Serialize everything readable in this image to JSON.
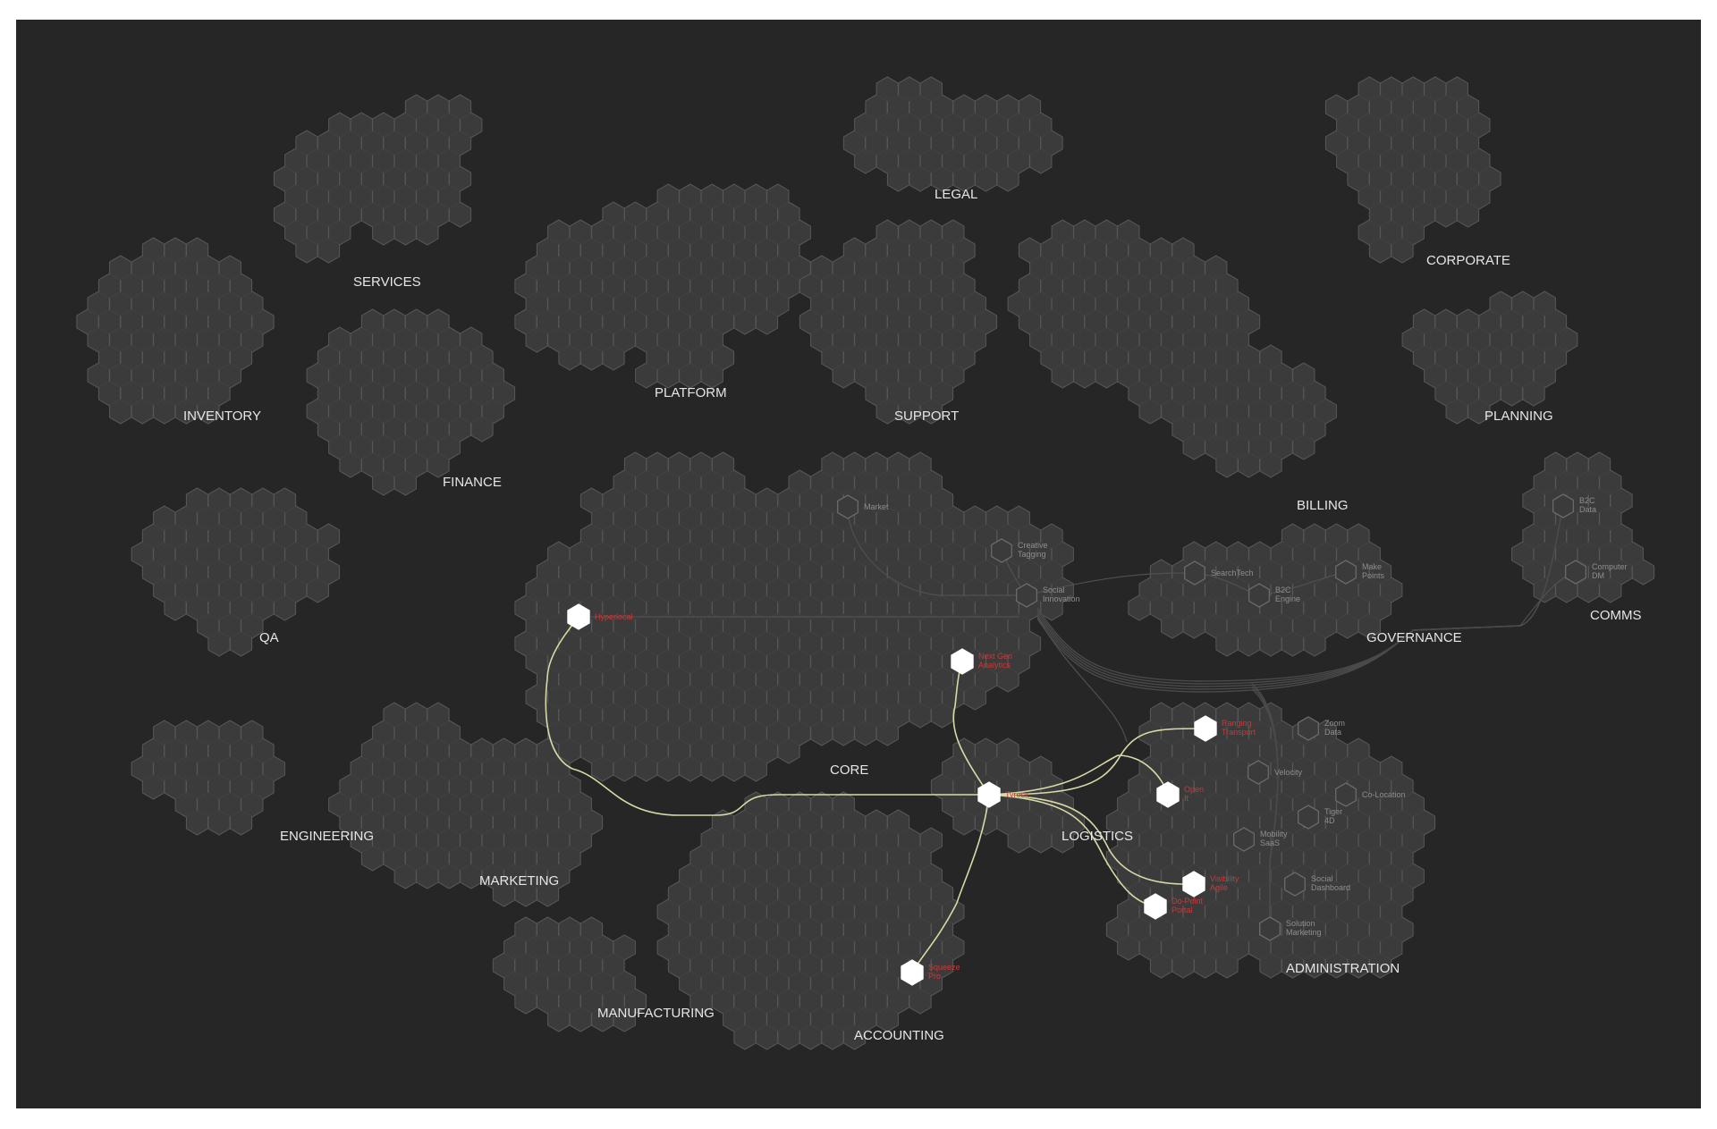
{
  "regions": [
    {
      "id": "services",
      "label": "SERVICES"
    },
    {
      "id": "legal",
      "label": "LEGAL"
    },
    {
      "id": "corporate",
      "label": "CORPORATE"
    },
    {
      "id": "inventory",
      "label": "INVENTORY"
    },
    {
      "id": "platform",
      "label": "PLATFORM"
    },
    {
      "id": "support",
      "label": "SUPPORT"
    },
    {
      "id": "billing",
      "label": "BILLING"
    },
    {
      "id": "planning",
      "label": "PLANNING"
    },
    {
      "id": "finance",
      "label": "FINANCE"
    },
    {
      "id": "qa",
      "label": "QA"
    },
    {
      "id": "core",
      "label": "CORE"
    },
    {
      "id": "governance",
      "label": "GOVERNANCE"
    },
    {
      "id": "comms",
      "label": "COMMS"
    },
    {
      "id": "engineering",
      "label": "ENGINEERING"
    },
    {
      "id": "marketing",
      "label": "MARKETING"
    },
    {
      "id": "logistics",
      "label": "LOGISTICS"
    },
    {
      "id": "administration",
      "label": "ADMINISTRATION"
    },
    {
      "id": "manufacturing",
      "label": "MANUFACTURING"
    },
    {
      "id": "accounting",
      "label": "ACCOUNTING"
    }
  ],
  "nodes": [
    {
      "id": "market",
      "label": "Market",
      "highlighted": false
    },
    {
      "id": "creative-tagging",
      "label": "Creative Tagging",
      "highlighted": false
    },
    {
      "id": "social-innovation",
      "label": "Social Innovation",
      "highlighted": false
    },
    {
      "id": "hyperlocal",
      "label": "Hyperlocal",
      "highlighted": true
    },
    {
      "id": "next-gen-analytics",
      "label": "Next Gen Analytics",
      "highlighted": true
    },
    {
      "id": "searchtech",
      "label": "SearchTech",
      "highlighted": false
    },
    {
      "id": "b2c-engine",
      "label": "B2C Engine",
      "highlighted": false
    },
    {
      "id": "make-points",
      "label": "Make Points",
      "highlighted": false
    },
    {
      "id": "b2c-data",
      "label": "B2C Data",
      "highlighted": false
    },
    {
      "id": "computer-dm",
      "label": "Computer DM",
      "highlighted": false
    },
    {
      "id": "logistics-hub",
      "label": "Tyresk",
      "highlighted": true
    },
    {
      "id": "ranging-transport",
      "label": "Ranging Transport",
      "highlighted": true
    },
    {
      "id": "zoom-data",
      "label": "Zoom Data",
      "highlighted": false
    },
    {
      "id": "velocity",
      "label": "Velocity",
      "highlighted": false
    },
    {
      "id": "open-it",
      "label": "Open It",
      "highlighted": true
    },
    {
      "id": "colocation",
      "label": "Co-Location",
      "highlighted": false
    },
    {
      "id": "tiger-4d",
      "label": "Tiger 4D",
      "highlighted": false
    },
    {
      "id": "mobility-saas",
      "label": "Mobility SaaS",
      "highlighted": false
    },
    {
      "id": "visibility-agile",
      "label": "Visibility Agile",
      "highlighted": true
    },
    {
      "id": "social-dashboard",
      "label": "Social Dashboard",
      "highlighted": false
    },
    {
      "id": "do-point-portal",
      "label": "Do-Point Portal",
      "highlighted": true
    },
    {
      "id": "solution-marketing",
      "label": "Solution Marketing",
      "highlighted": false
    },
    {
      "id": "accounting-node",
      "label": "Squeeze Pro",
      "highlighted": true
    }
  ]
}
